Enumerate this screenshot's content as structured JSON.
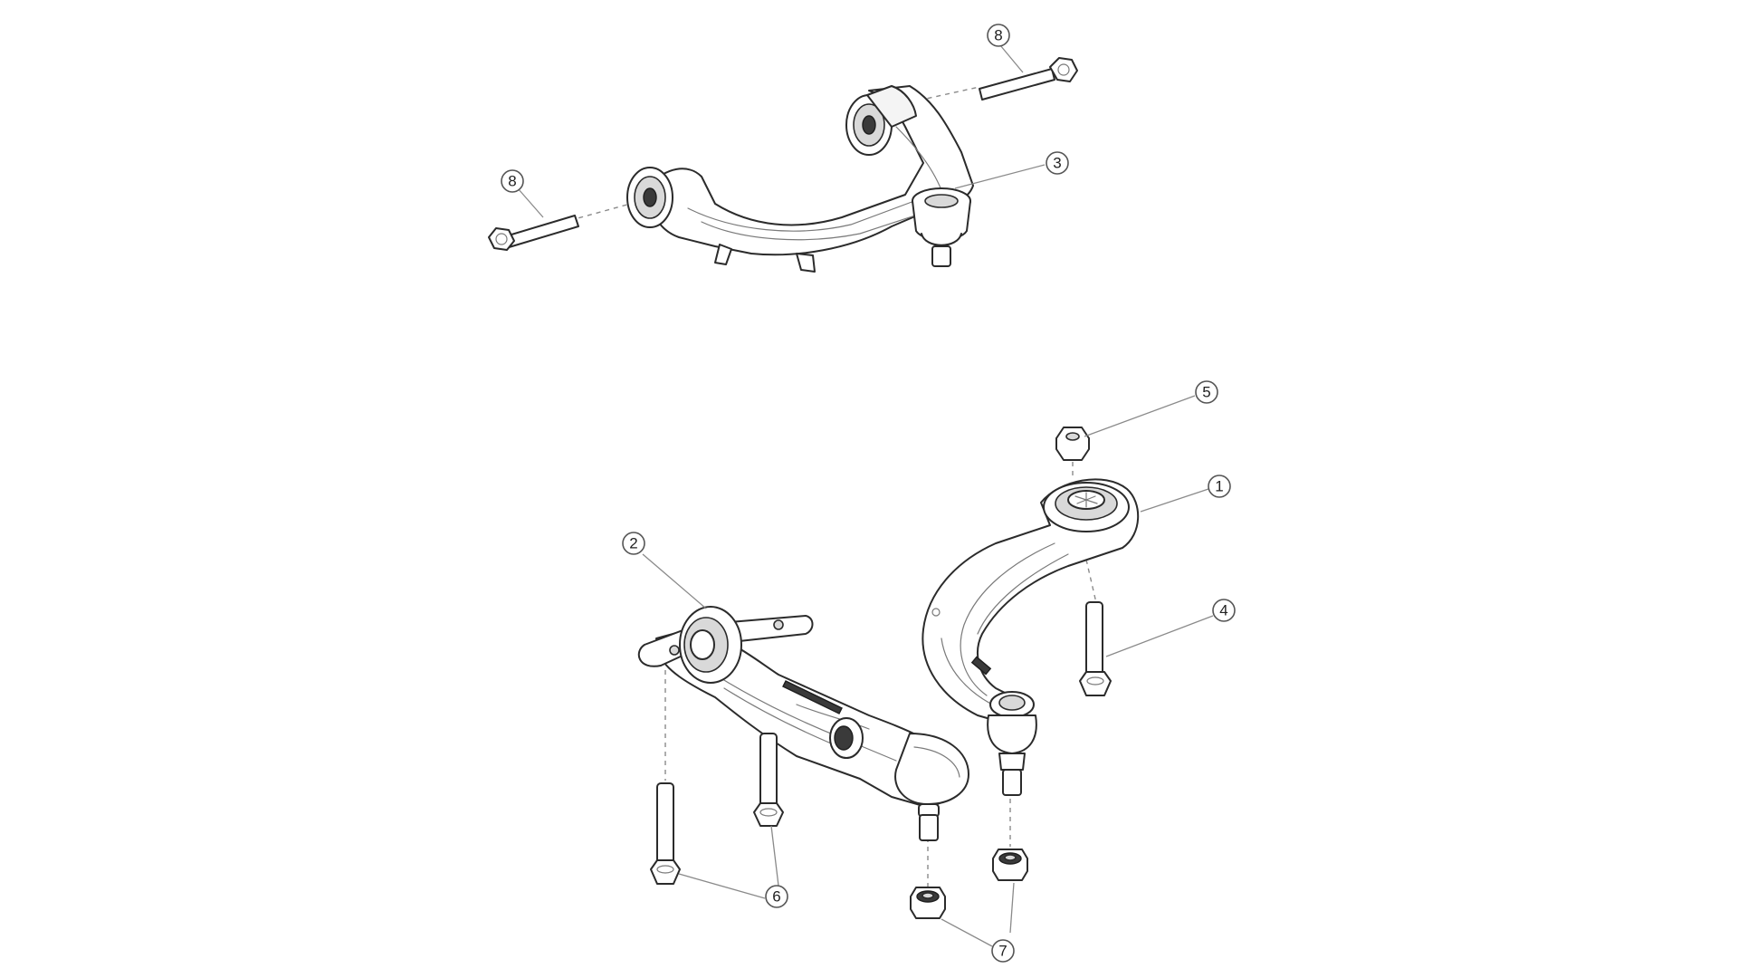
{
  "diagram": {
    "callouts": [
      {
        "id": "c8a",
        "label": "8"
      },
      {
        "id": "c8b",
        "label": "8"
      },
      {
        "id": "c3",
        "label": "3"
      },
      {
        "id": "c5",
        "label": "5"
      },
      {
        "id": "c1",
        "label": "1"
      },
      {
        "id": "c2",
        "label": "2"
      },
      {
        "id": "c4",
        "label": "4"
      },
      {
        "id": "c6",
        "label": "6"
      },
      {
        "id": "c7",
        "label": "7"
      }
    ]
  }
}
